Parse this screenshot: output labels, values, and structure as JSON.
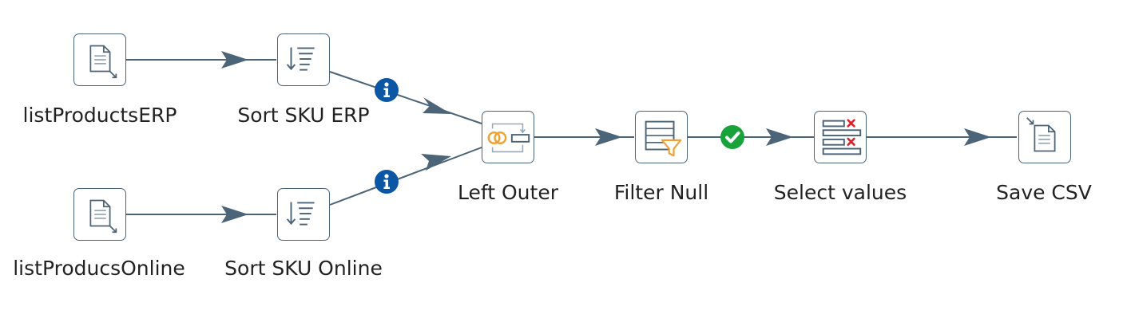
{
  "steps": {
    "list_erp": {
      "label": "listProductsERP",
      "icon": "text-file-input-icon"
    },
    "sort_erp": {
      "label": "Sort SKU ERP",
      "icon": "sort-rows-icon"
    },
    "list_online": {
      "label": "listProducsOnline",
      "icon": "text-file-input-icon"
    },
    "sort_online": {
      "label": "Sort SKU Online",
      "icon": "sort-rows-icon"
    },
    "left_outer": {
      "label": "Left Outer",
      "icon": "merge-join-icon"
    },
    "filter_null": {
      "label": "Filter Null",
      "icon": "filter-rows-icon"
    },
    "select_values": {
      "label": "Select values",
      "icon": "select-values-icon"
    },
    "save_csv": {
      "label": "Save CSV",
      "icon": "text-file-output-icon"
    }
  },
  "hops": [
    {
      "from": "listProductsERP",
      "to": "Sort SKU ERP"
    },
    {
      "from": "Sort SKU ERP",
      "to": "Left Outer",
      "badge": "info-icon"
    },
    {
      "from": "listProducsOnline",
      "to": "Sort SKU Online"
    },
    {
      "from": "Sort SKU Online",
      "to": "Left Outer",
      "badge": "info-icon"
    },
    {
      "from": "Left Outer",
      "to": "Filter Null"
    },
    {
      "from": "Filter Null",
      "to": "Select values",
      "badge": "check-icon"
    },
    {
      "from": "Select values",
      "to": "Save CSV"
    }
  ],
  "colors": {
    "hop_line": "#4b6478",
    "info_badge": "#0b57a4",
    "success_badge": "#18a33a",
    "filter_accent": "#f0a030",
    "remove_mark": "#d8202a"
  }
}
